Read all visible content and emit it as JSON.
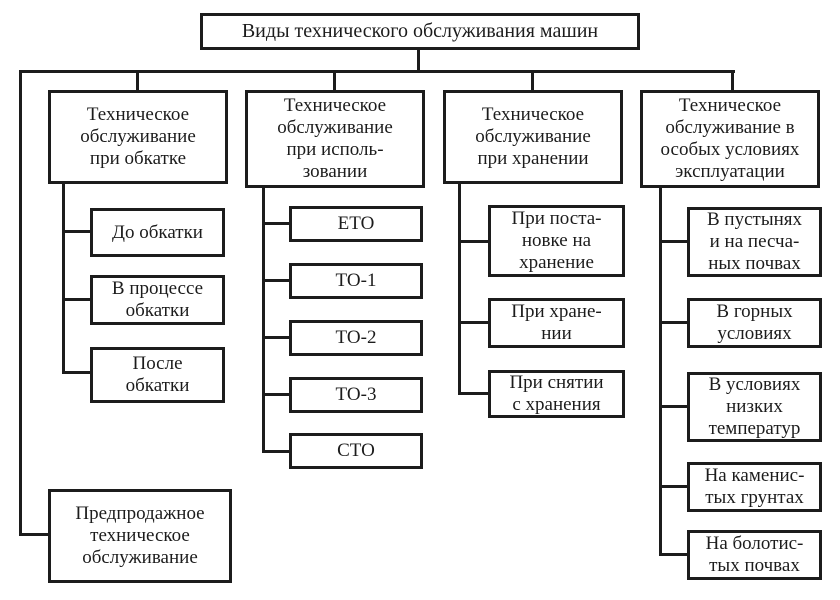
{
  "diagram": {
    "title": "Виды технического обслуживания машин",
    "columns": [
      {
        "header": "Техническое\nобслуживание\nпри обкатке",
        "children": [
          "До обкатки",
          "В процессе\nобкатки",
          "После\nобкатки"
        ]
      },
      {
        "header": "Техническое\nобслуживание\nпри исполь-\nзовании",
        "children": [
          "ЕТО",
          "ТО-1",
          "ТО-2",
          "ТО-3",
          "СТО"
        ]
      },
      {
        "header": "Техническое\nобслуживание\nпри хранении",
        "children": [
          "При поста-\nновке на\nхранение",
          "При хране-\nнии",
          "При снятии\nс хранения"
        ]
      },
      {
        "header": "Техническое\nобслуживание в\nособых условиях\nэксплуатации",
        "children": [
          "В пустынях\nи на песча-\nных почвах",
          "В горных\nусловиях",
          "В условиях\nнизких\nтемператур",
          "На каменис-\nтых грунтах",
          "На болотис-\nтых почвах"
        ]
      }
    ],
    "extra_box": "Предпродажное\nтехническое\nобслуживание",
    "colors": {
      "line": "#1c1c1c",
      "text": "#1c1c1c",
      "background": "#ffffff"
    }
  }
}
